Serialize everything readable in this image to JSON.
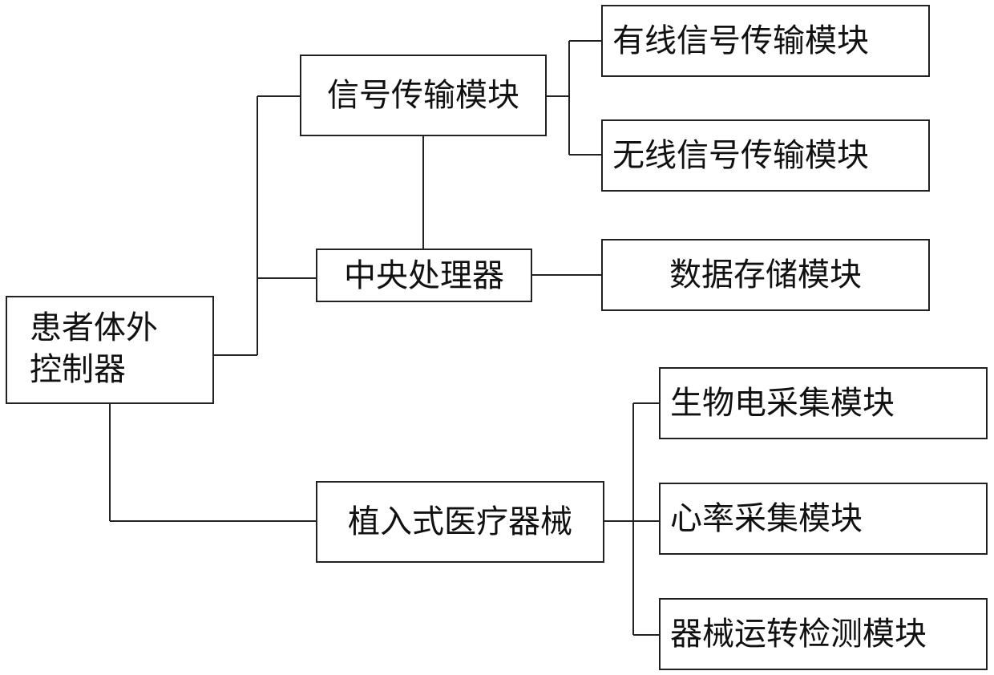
{
  "nodes": {
    "patient_controller": {
      "line1": "患者体外",
      "line2": "控制器"
    },
    "signal_module": "信号传输模块",
    "wired_module": "有线信号传输模块",
    "wireless_module": "无线信号传输模块",
    "cpu": "中央处理器",
    "storage_module": "数据存储模块",
    "implant": "植入式医疗器械",
    "bio_module": "生物电采集模块",
    "heart_module": "心率采集模块",
    "mechanic_module": "器械运转检测模块"
  }
}
